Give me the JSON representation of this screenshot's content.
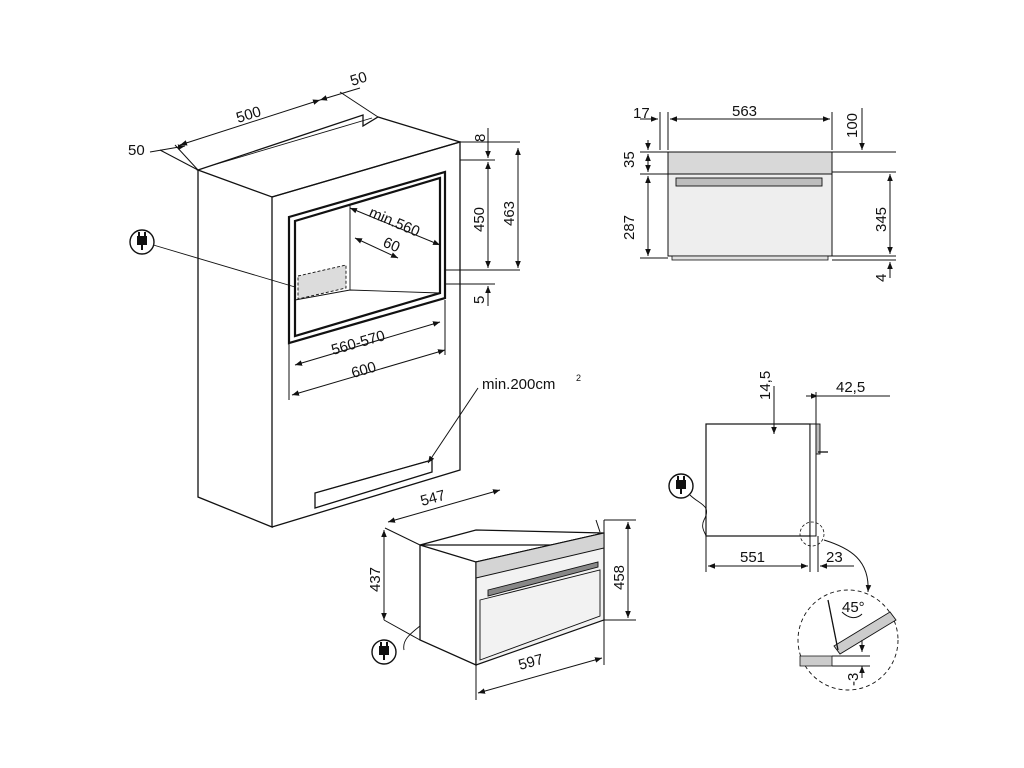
{
  "cabinet_view": {
    "dim_top_left": "50",
    "dim_top_depth": "500",
    "dim_top_right": "50",
    "dim_gap_top": "8",
    "dim_niche_height": "450",
    "dim_total_height": "463",
    "dim_gap_bottom": "5",
    "dim_niche_depth_min": "min.560",
    "dim_niche_inner": "60",
    "dim_niche_width": "560-570",
    "dim_cabinet_width": "600",
    "vent_area": "min.200cm",
    "vent_area_sup": "2"
  },
  "front_view": {
    "dim_left_margin": "17",
    "dim_panel_width": "563",
    "dim_top_right": "100",
    "dim_door_top": "35",
    "dim_door_height": "287",
    "dim_body_height": "345",
    "dim_bottom_gap": "4"
  },
  "side_view": {
    "dim_top_offset": "14,5",
    "dim_front_depth": "42,5",
    "dim_body_depth": "551",
    "dim_door_depth": "23",
    "angle": "45°",
    "dim_step": "-3"
  },
  "oven_view": {
    "dim_depth": "547",
    "dim_body_height": "437",
    "dim_front_height": "458",
    "dim_width": "597"
  }
}
